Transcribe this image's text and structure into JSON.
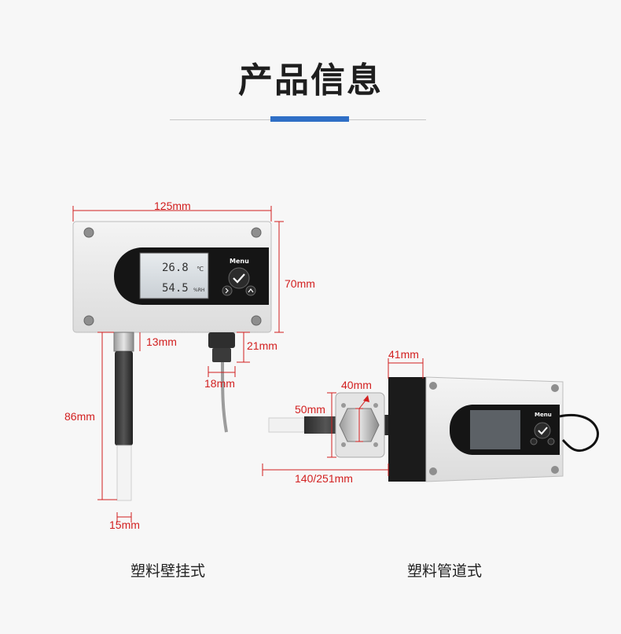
{
  "header": {
    "title": "产品信息"
  },
  "colors": {
    "accent": "#2f6fc6",
    "dimension": "#d21f1f"
  },
  "wall_mount": {
    "caption": "塑料壁挂式",
    "display": {
      "temperature": "26.8",
      "temp_unit": "℃",
      "humidity": "54.5",
      "humidity_unit": "%RH",
      "menu_label": "Menu"
    },
    "dimensions": {
      "width": "125mm",
      "height": "70mm",
      "probe_length": "86mm",
      "probe_diameter": "15mm",
      "probe_neck": "13mm",
      "gland_height": "21mm",
      "gland_diameter": "18mm"
    }
  },
  "duct_mount": {
    "caption": "塑料管道式",
    "display": {
      "menu_label": "Menu"
    },
    "dimensions": {
      "depth": "41mm",
      "flange_inner": "40mm",
      "flange_outer": "50mm",
      "probe_length": "140/251mm"
    }
  }
}
